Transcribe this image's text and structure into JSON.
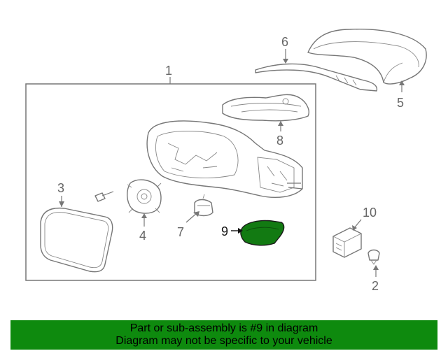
{
  "labels": {
    "l1": "1",
    "l2": "2",
    "l3": "3",
    "l4": "4",
    "l5": "5",
    "l6": "6",
    "l7": "7",
    "l8": "8",
    "l9": "9",
    "l10": "10"
  },
  "banner": {
    "line1": "Part or sub-assembly is #9 in diagram",
    "line2": "Diagram may not be specific to your vehicle"
  },
  "colors": {
    "highlight": "#127a12",
    "banner_bg": "#0e8a0e",
    "line_gray": "#777777"
  }
}
